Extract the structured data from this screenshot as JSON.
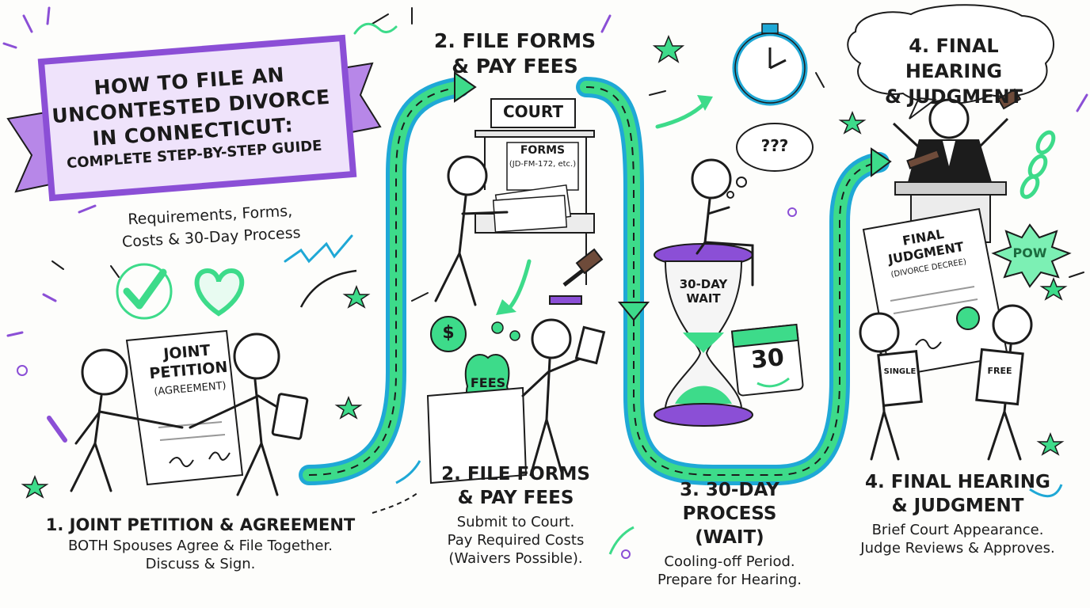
{
  "title": {
    "lines": [
      "HOW TO FILE AN",
      "UNCONTESTED DIVORCE",
      "IN CONNECTICUT:"
    ],
    "subline": "COMPLETE STEP-BY-STEP GUIDE",
    "subtitle_lines": [
      "Requirements, Forms,",
      "Costs & 30-Day Process"
    ]
  },
  "banners": {
    "file_forms_lines": [
      "2. FILE FORMS",
      "& PAY FEES"
    ],
    "final_hearing_lines": [
      "4. FINAL HEARING",
      "& JUDGMENT"
    ]
  },
  "illustrations": {
    "court_sign": "COURT",
    "forms_label": "FORMS",
    "forms_code": "(JD-FM-172, etc.)",
    "petition_lines": [
      "JOINT",
      "PETITION",
      "(AGREEMENT)"
    ],
    "fees_bag": "FEES",
    "dollar": "$",
    "wait_lines": [
      "30-DAY",
      "WAIT"
    ],
    "calendar_day": "30",
    "question_marks": "???",
    "judgment_lines": [
      "FINAL",
      "JUDGMENT",
      "(DIVORCE DECREE)"
    ],
    "pow": "POW",
    "single_paper": "SINGLE",
    "free_paper": "FREE"
  },
  "steps": [
    {
      "heading": "1. JOINT PETITION & AGREEMENT",
      "desc_lines": [
        "BOTH Spouses Agree & File Together.",
        "Discuss & Sign."
      ]
    },
    {
      "heading_lines": [
        "2. FILE FORMS",
        "& PAY FEES"
      ],
      "desc_lines": [
        "Submit to Court.",
        "Pay Required Costs",
        "(Waivers Possible)."
      ]
    },
    {
      "heading_lines": [
        "3. 30-DAY PROCESS",
        "(WAIT)"
      ],
      "desc_lines": [
        "Cooling-off Period.",
        "Prepare for Hearing."
      ]
    },
    {
      "heading_lines": [
        "4. FINAL HEARING",
        "& JUDGMENT"
      ],
      "desc_lines": [
        "Brief Court Appearance.",
        "Judge Reviews & Approves."
      ]
    }
  ],
  "colors": {
    "purple": "#8b4fd6",
    "purple_light": "#efe3fb",
    "green": "#3ddb8a",
    "blue": "#1fa8d6",
    "ink": "#1c1c1c"
  }
}
